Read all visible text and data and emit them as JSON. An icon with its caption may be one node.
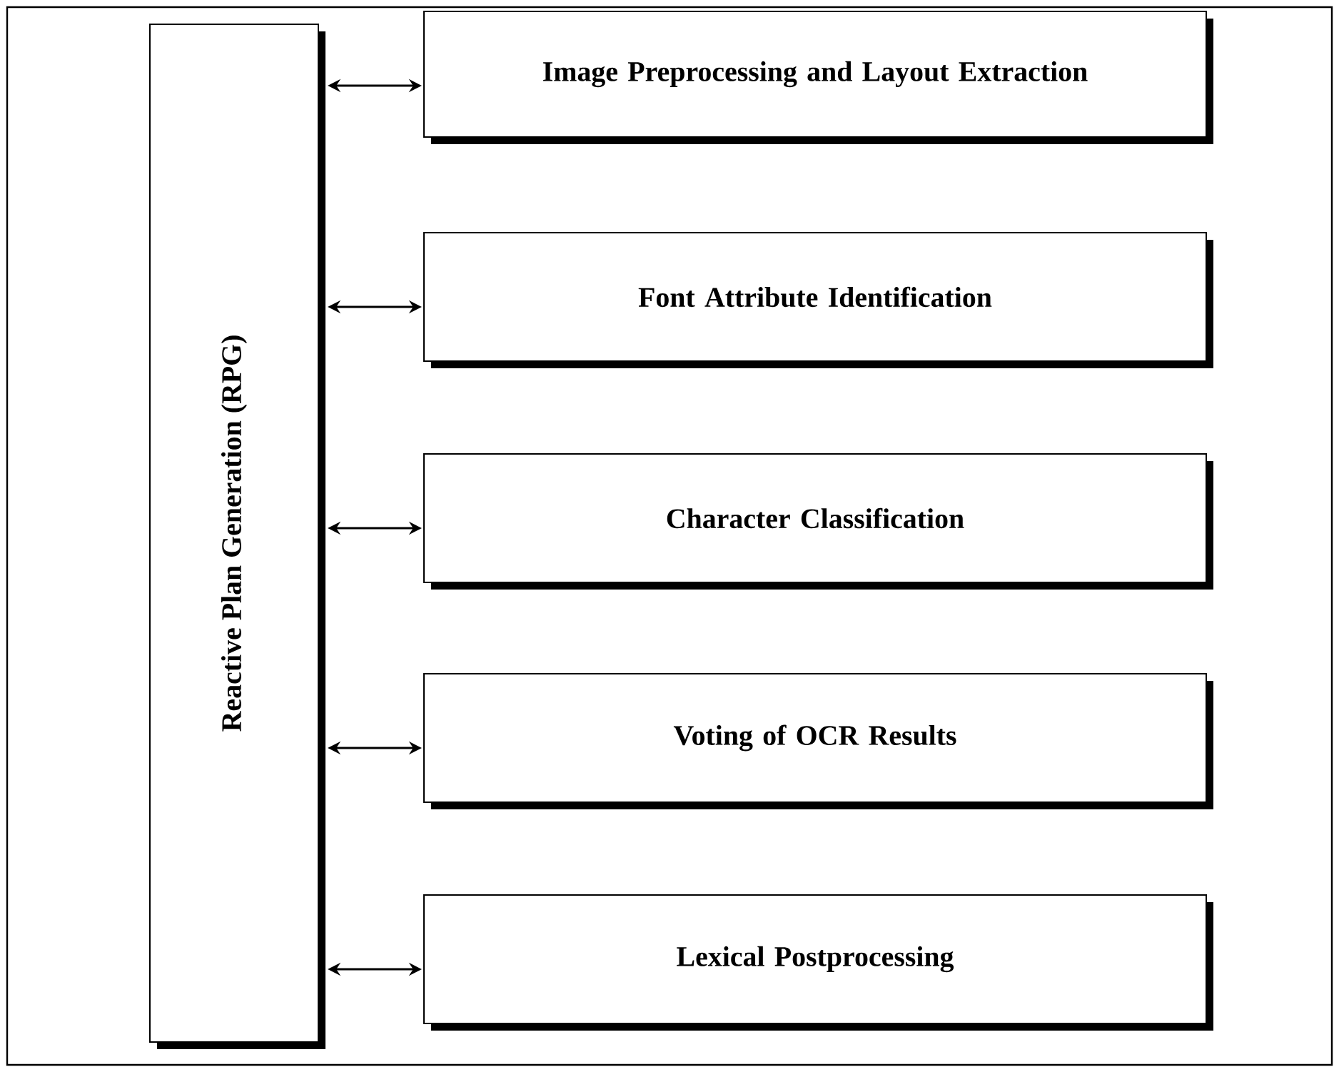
{
  "diagram": {
    "nodes": [
      {
        "text": [
          "Reactive Plan Generation (RPG)"
        ]
      },
      {
        "text": [
          "Image Preprocessing and Layout Extraction"
        ]
      },
      {
        "text": [
          "Font Attribute Identification"
        ]
      },
      {
        "text": [
          "Character Classification"
        ]
      },
      {
        "text": [
          "Voting of OCR Results"
        ]
      },
      {
        "text": [
          "Lexical Postprocessing"
        ]
      }
    ],
    "edges": [
      {
        "from": 0,
        "to": 1,
        "arrow": "both"
      },
      {
        "from": 0,
        "to": 2,
        "arrow": "both"
      },
      {
        "from": 0,
        "to": 3,
        "arrow": "both"
      },
      {
        "from": 0,
        "to": 4,
        "arrow": "both"
      },
      {
        "from": 0,
        "to": 5,
        "arrow": "both"
      }
    ]
  }
}
